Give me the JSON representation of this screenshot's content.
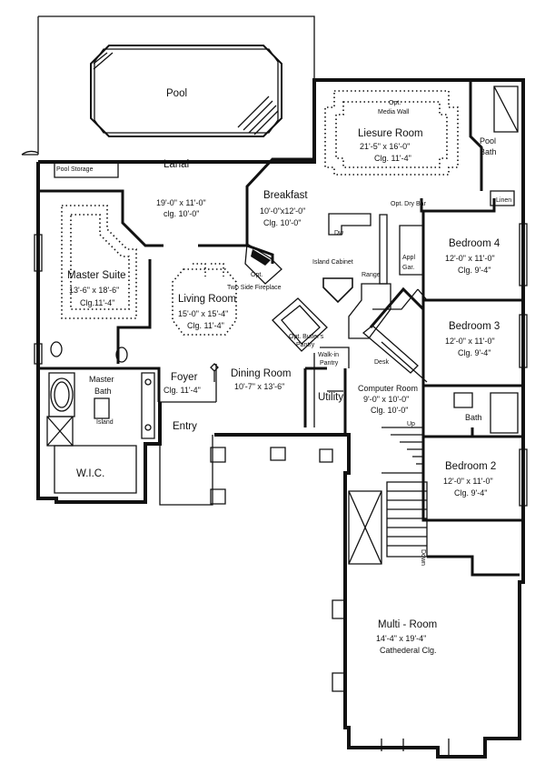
{
  "rooms": {
    "pool": {
      "name": "Pool"
    },
    "pool_storage": {
      "name": "Pool Storage"
    },
    "lanai": {
      "name": "Lanai",
      "dims": "19'-0\" x 11'-0\"",
      "clg": "clg. 10'-0\""
    },
    "leisure": {
      "opt_media": "Opt.",
      "media_wall": "Media Wall",
      "name": "Liesure Room",
      "dims": "21'-5\" x 16'-0\"",
      "clg": "Clg. 11'-4\""
    },
    "pool_bath": {
      "line1": "Pool",
      "line2": "Bath"
    },
    "breakfast": {
      "name": "Breakfast",
      "dims": "10'-0\"x12'-0\"",
      "clg": "Clg. 10'-0\""
    },
    "master_suite": {
      "name": "Master Suite",
      "dims": "13'-6\" x 18'-6\"",
      "clg": "Clg.11'-4\""
    },
    "living": {
      "name": "Living Room",
      "dims": "15'-0\" x 15'-4\"",
      "clg": "Clg. 11'-4\""
    },
    "fireplace": {
      "line1": "Opt.",
      "line2": "Two Side Fireplace"
    },
    "kitchen": {
      "dw": "Dw",
      "island": "Island Cabinet",
      "range": "Range",
      "appl": "Appl",
      "gar": "Gar.",
      "dry_bar": "Opt. Dry Bar"
    },
    "linen": {
      "name": "Linen"
    },
    "bedroom4": {
      "name": "Bedroom 4",
      "dims": "12'-0\" x 11'-0\"",
      "clg": "Clg. 9'-4\""
    },
    "bedroom3": {
      "name": "Bedroom 3",
      "dims": "12'-0\" x 11'-0\"",
      "clg": "Clg. 9'-4\""
    },
    "bedroom2": {
      "name": "Bedroom 2",
      "dims": "12'-0\" x 11'-0\"",
      "clg": "Clg. 9'-4\""
    },
    "butlers": {
      "line1": "Opt. Butler's",
      "line2": "Pantry"
    },
    "walkin": {
      "line1": "Walk-in",
      "line2": "Pantry"
    },
    "desk": {
      "name": "Desk"
    },
    "master_bath": {
      "line1": "Master",
      "line2": "Bath",
      "island": "Island"
    },
    "foyer": {
      "name": "Foyer",
      "clg": "Clg. 11'-4\""
    },
    "dining": {
      "name": "Dining Room",
      "dims": "10'-7\" x 13'-6\""
    },
    "utility": {
      "name": "Utility"
    },
    "computer": {
      "name": "Computer Room",
      "dims": "9'-0\" x 10'-0\"",
      "clg": "Clg. 10'-0\""
    },
    "up": {
      "name": "Up"
    },
    "bath": {
      "name": "Bath"
    },
    "entry": {
      "name": "Entry"
    },
    "wic": {
      "name": "W.I.C."
    },
    "down": {
      "name": "Down"
    },
    "multi": {
      "name": "Multi - Room",
      "dims": "14'-4\" x 19'-4\"",
      "clg": "Cathederal Clg."
    }
  }
}
